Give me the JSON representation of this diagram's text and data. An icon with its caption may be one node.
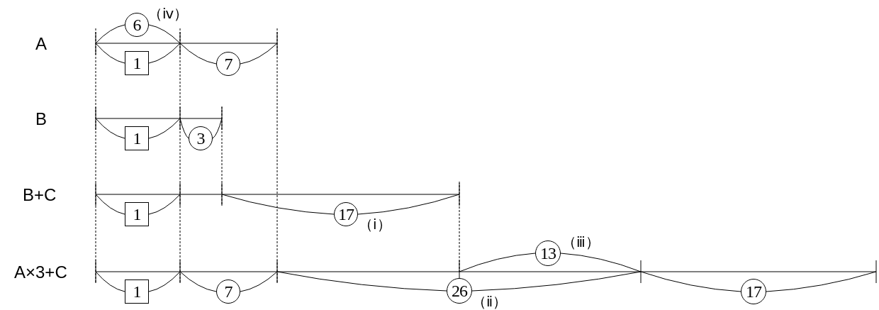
{
  "diagram": {
    "nodes": [
      {
        "text": [
          "6"
        ],
        "beside": [
          "（ⅳ）"
        ]
      },
      {
        "text": [
          "1"
        ]
      },
      {
        "text": [
          "7"
        ]
      },
      {
        "text": [
          "1"
        ]
      },
      {
        "text": [
          "3"
        ]
      },
      {
        "text": [
          "1"
        ]
      },
      {
        "text": [
          "17"
        ],
        "beside": [
          "（ⅰ）"
        ]
      },
      {
        "text": [
          "1"
        ]
      },
      {
        "text": [
          "7"
        ]
      },
      {
        "text": [
          "13"
        ],
        "beside": [
          "（ⅲ）"
        ]
      },
      {
        "text": [
          "26"
        ],
        "beside": [
          "（ⅱ）"
        ]
      },
      {
        "text": [
          "17"
        ]
      }
    ],
    "labels": [
      "A",
      "B",
      "B+C",
      "A×3+C"
    ]
  }
}
